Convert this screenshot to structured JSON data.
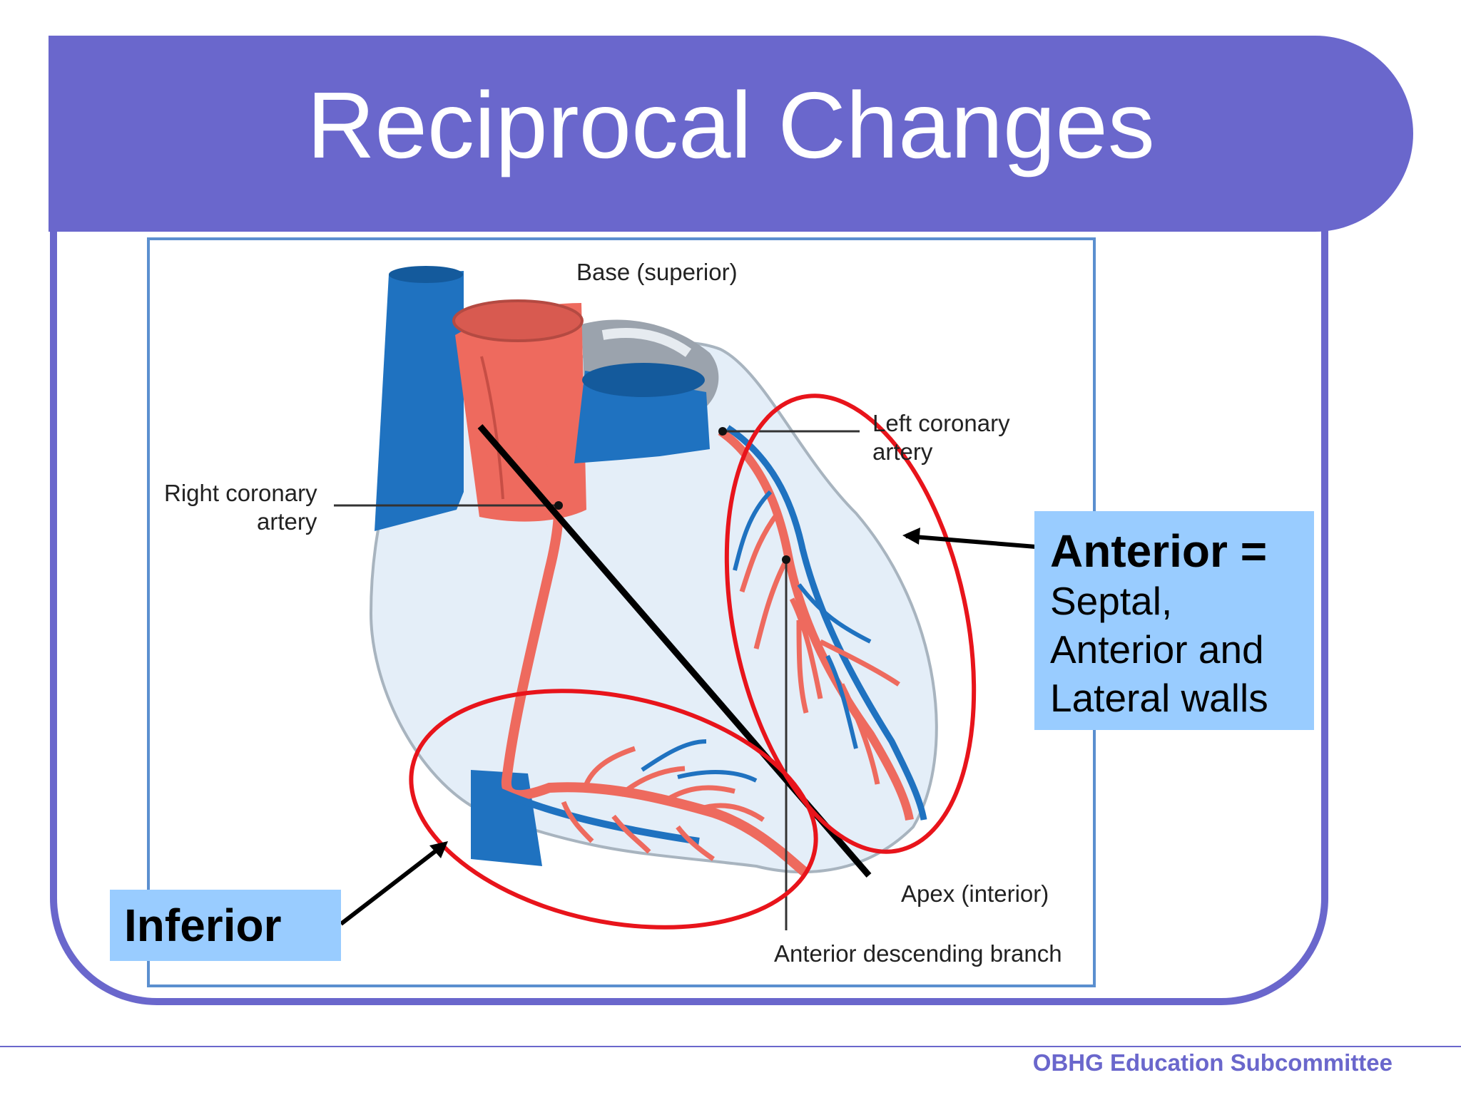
{
  "slide": {
    "title": "Reciprocal Changes",
    "footer": "OBHG Education Subcommittee"
  },
  "diagram": {
    "labels": {
      "base": "Base (superior)",
      "left_coronary_line1": "Left coronary",
      "left_coronary_line2": "artery",
      "right_coronary_line1": "Right coronary",
      "right_coronary_line2": "artery",
      "apex": "Apex (interior)",
      "anterior_descending": "Anterior descending branch"
    }
  },
  "callouts": {
    "anterior": {
      "heading": "Anterior =",
      "line1": "Septal,",
      "line2": "Anterior and",
      "line3": "Lateral walls"
    },
    "inferior": "Inferior"
  },
  "colors": {
    "theme": "#6a67cc",
    "callout_fill": "#99ccff",
    "highlight_ring": "#e8141b",
    "artery": "#ee6a5e",
    "vein": "#1f72c0"
  }
}
